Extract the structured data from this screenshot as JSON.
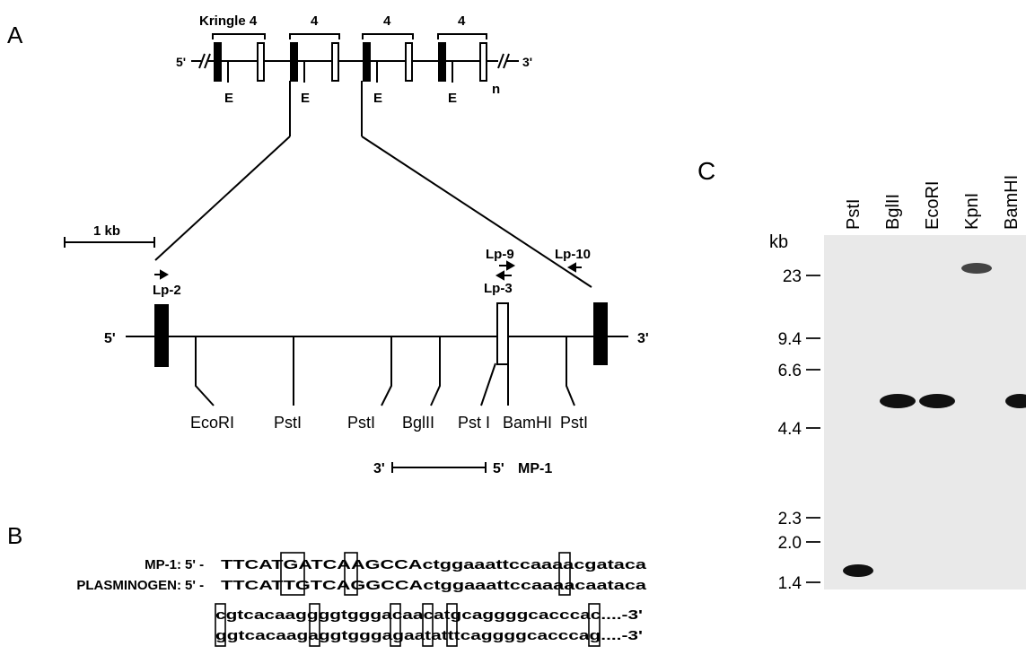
{
  "panel_a": {
    "label": "A",
    "top_map": {
      "five_prime": "5'",
      "three_prime": "3'",
      "kringle_labels": [
        "Kringle 4",
        "4",
        "4",
        "4"
      ],
      "exon_labels": [
        "E",
        "E",
        "E",
        "E"
      ],
      "n_label": "n"
    },
    "scale_bar": {
      "label": "1 kb"
    },
    "detail_map": {
      "five_prime": "5'",
      "three_prime": "3'",
      "primers": {
        "lp2": "Lp-2",
        "lp9": "Lp-9",
        "lp3": "Lp-3",
        "lp10": "Lp-10"
      },
      "restriction_sites": [
        "EcoRI",
        "PstI",
        "PstI",
        "BglII",
        "Pst I",
        "BamHI",
        "PstI"
      ]
    },
    "probe": {
      "three_prime": "3'",
      "five_prime": "5'",
      "label": "MP-1"
    }
  },
  "panel_b": {
    "label": "B",
    "rows": [
      {
        "name": "MP-1:",
        "prefix": "5' -",
        "seq1": "TTCATGATCAAGCCActggaaattccaaaacgataca"
      },
      {
        "name": "PLASMINOGEN:",
        "prefix": "5' -",
        "seq1": "TTCATTGTCAGGCCActggaaattccaaaacaataca"
      }
    ],
    "continuation": [
      "cgtcacaaggggtgggacaacatgcaggggcacccac....-3'",
      "ggtcacaagaggtgggagaatatttcaggggcacccag....-3'"
    ]
  },
  "panel_c": {
    "label": "C",
    "unit": "kb",
    "lanes": [
      "PstI",
      "BglII",
      "EcoRI",
      "KpnI",
      "BamHI"
    ],
    "markers": [
      "23",
      "9.4",
      "6.6",
      "4.4",
      "2.3",
      "2.0",
      "1.4"
    ],
    "band_sizes_kb": {
      "PstI": 1.6,
      "BglII": 5.4,
      "EcoRI": 5.4,
      "KpnI": 25,
      "BamHI": 5.4
    }
  }
}
